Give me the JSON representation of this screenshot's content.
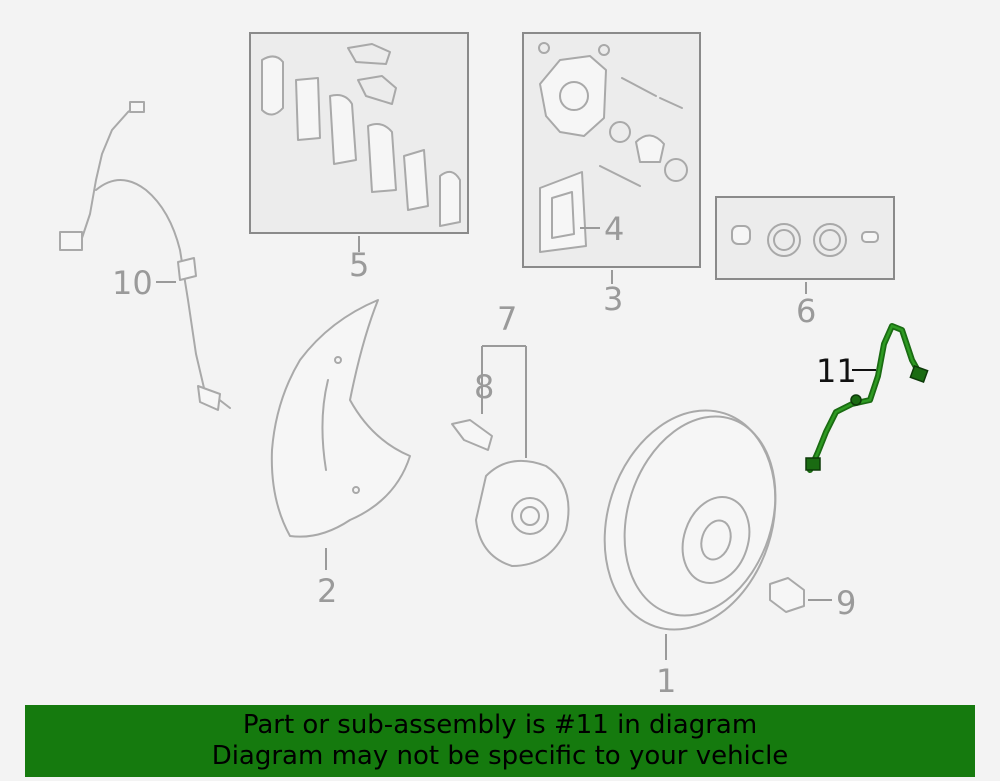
{
  "callouts": {
    "c1": "1",
    "c2": "2",
    "c3": "3",
    "c4": "4",
    "c5": "5",
    "c6": "6",
    "c7": "7",
    "c8": "8",
    "c9": "9",
    "c10": "10",
    "c11": "11"
  },
  "highlight": {
    "part_number": "11",
    "color": "#1a6b12"
  },
  "banner": {
    "line1": "Part or sub-assembly is #11 in diagram",
    "line2": "Diagram may not be specific to your vehicle",
    "background": "#157a0e"
  }
}
